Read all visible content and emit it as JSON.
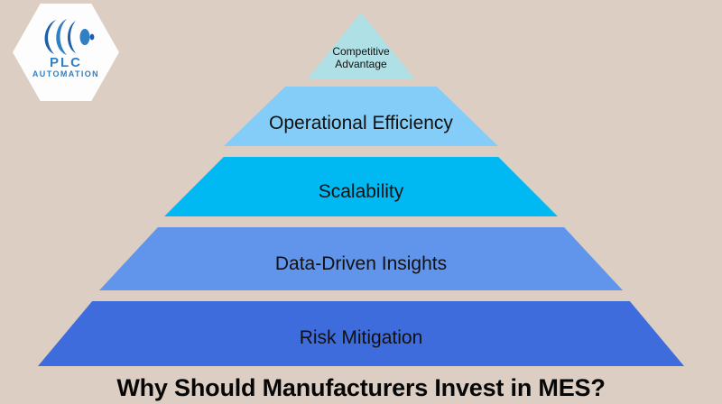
{
  "background_color": "#dccec2",
  "logo": {
    "name": "plc-automation-logo",
    "primary_text": "PLC",
    "secondary_text": "AUTOMATION",
    "badge_color": "#fdfdfd",
    "mark_color": "#1f5fa8",
    "text_color": "#2f7fc4"
  },
  "chart_data": {
    "type": "pyramid",
    "title": "Why Should Manufacturers Invest in MES?",
    "orientation": "apex-up",
    "levels": 5,
    "categories": [
      "Competitive Advantage",
      "Operational Efficiency",
      "Scalability",
      "Data-Driven Insights",
      "Risk Mitigation"
    ],
    "values": [
      1,
      2,
      3,
      4,
      5
    ],
    "colors": [
      "#aee0e6",
      "#84cdf8",
      "#00b9f2",
      "#6195ec",
      "#3f6cdc"
    ],
    "xlabel": "",
    "ylabel": "",
    "legend": "none",
    "grid": false
  },
  "pyramid": {
    "tiers": [
      {
        "rank": 1,
        "label": "Competitive\nAdvantage",
        "label_flat": "Competitive Advantage",
        "color": "#aee0e6"
      },
      {
        "rank": 2,
        "label": "Operational Efficiency",
        "label_flat": "Operational Efficiency",
        "color": "#84cdf8"
      },
      {
        "rank": 3,
        "label": "Scalability",
        "label_flat": "Scalability",
        "color": "#00b9f2"
      },
      {
        "rank": 4,
        "label": "Data-Driven Insights",
        "label_flat": "Data-Driven Insights",
        "color": "#6195ec"
      },
      {
        "rank": 5,
        "label": "Risk Mitigation",
        "label_flat": "Risk Mitigation",
        "color": "#3f6cdc"
      }
    ]
  },
  "caption": {
    "text": "Why Should Manufacturers Invest in MES?",
    "color": "#070707"
  }
}
